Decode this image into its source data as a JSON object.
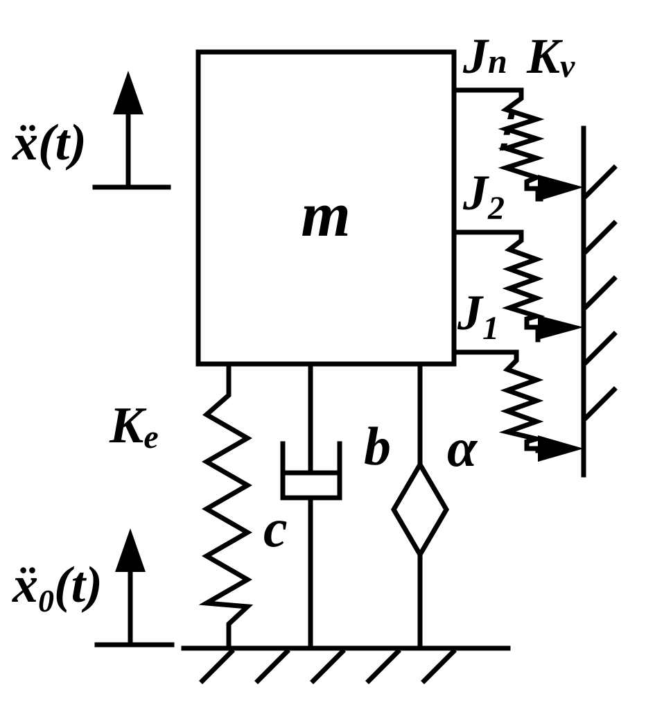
{
  "diagram": {
    "mass_label": "m",
    "accel_top": {
      "base": "ẍ",
      "arg": "(t)"
    },
    "accel_bottom": {
      "base": "ẍ",
      "sub": "0",
      "arg": "(t)"
    },
    "stiffness_e": {
      "base": "K",
      "sub": "e"
    },
    "stiffness_v": {
      "base": "K",
      "sub": "v"
    },
    "joint_n": {
      "base": "J",
      "sub": "n"
    },
    "joint_2": {
      "base": "J",
      "sub": "2"
    },
    "joint_1": {
      "base": "J",
      "sub": "1"
    },
    "dots": "⋮",
    "label_b": "b",
    "label_c": "c",
    "label_alpha": "α"
  }
}
